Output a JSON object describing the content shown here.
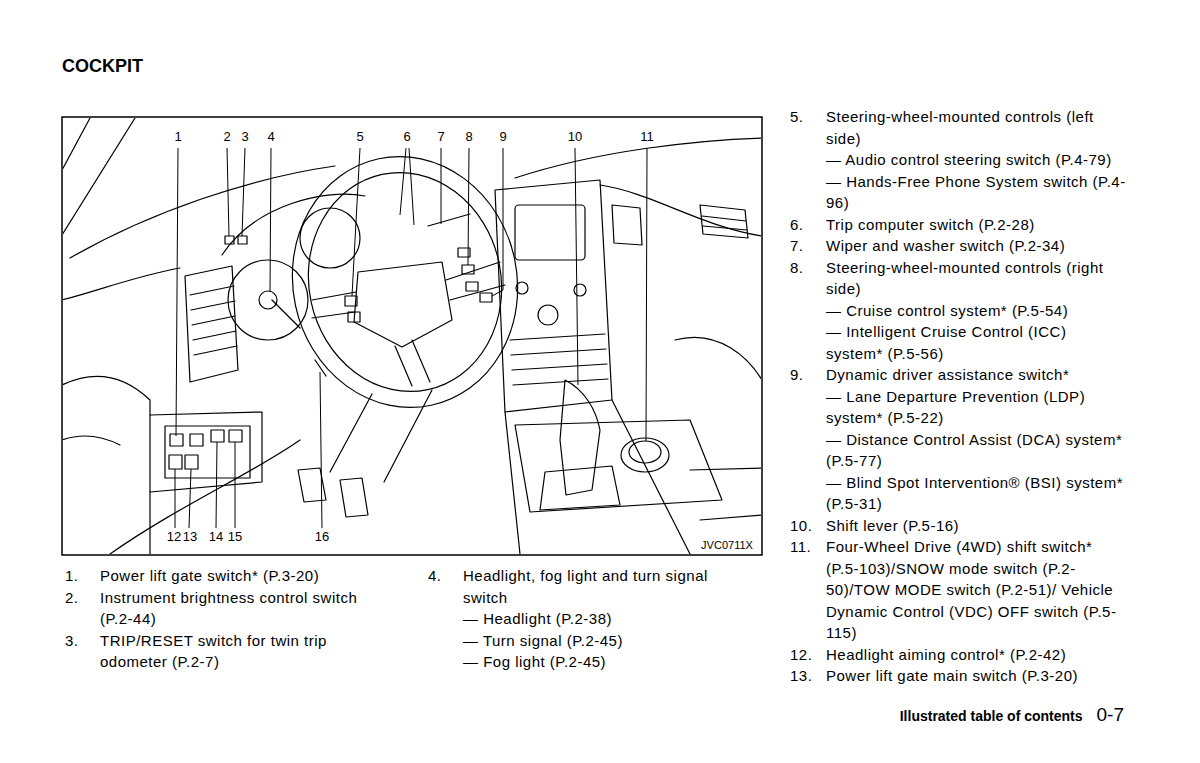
{
  "diagram": {
    "title": "COCKPIT",
    "labels": [
      "1",
      "2",
      "3",
      "4",
      "5",
      "6",
      "7",
      "8",
      "9",
      "10",
      "11",
      "12",
      "13",
      "14",
      "15",
      "16",
      "JVC0711X",
      "1.",
      "Power lift gate switch* (P.3-20)",
      "2.",
      "Instrument brightness control switch (P.2-44)",
      "3.",
      "TRIP/RESET switch for twin trip odometer (P.2-7)",
      "4.",
      "Headlight, fog light and turn signal switch",
      "— Headlight (P.2-38)",
      "— Turn signal (P.2-45)",
      "— Fog light (P.2-45)",
      "5.",
      "Steering-wheel-mounted controls (left side)",
      "— Audio control steering switch (P.4-79)",
      "— Hands-Free Phone System switch (P.4-96)",
      "6.",
      "Trip computer switch (P.2-28)",
      "7.",
      "Wiper and washer switch (P.2-34)",
      "8.",
      "Steering-wheel-mounted controls (right side)",
      "— Cruise control system* (P.5-54)",
      "— Intelligent Cruise Control (ICC) system* (P.5-56)",
      "9.",
      "Dynamic driver assistance switch*",
      "— Lane Departure Prevention (LDP) system* (P.5-22)",
      "— Distance Control Assist (DCA) system* (P.5-77)",
      "— Blind Spot Intervention® (BSI) system* (P.5-31)",
      "10.",
      "Shift lever (P.5-16)",
      "11.",
      "Four-Wheel Drive (4WD) shift switch* (P.5-103)/SNOW mode switch (P.2-50)/TOW MODE switch (P.2-51)/ Vehicle Dynamic Control (VDC) OFF switch (P.5-115)",
      "12.",
      "Headlight aiming control* (P.2-42)",
      "13.",
      "Power lift gate main switch (P.3-20)",
      "Illustrated table of contents",
      "0-7"
    ]
  }
}
